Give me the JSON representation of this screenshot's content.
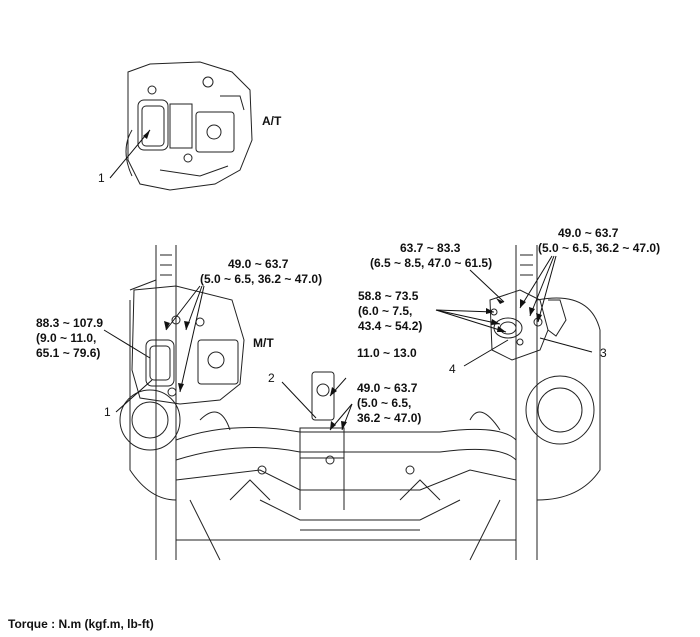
{
  "view_labels": {
    "at": "A/T",
    "mt": "M/T"
  },
  "callout_numbers": {
    "at_1": "1",
    "mt_1": "1",
    "n2": "2",
    "n3": "3",
    "n4": "4"
  },
  "torques": {
    "left_mount": [
      "88.3 ~ 107.9",
      "(9.0 ~ 11.0,",
      "65.1 ~ 79.6)"
    ],
    "left_upper": [
      "49.0 ~ 63.7",
      "(5.0 ~ 6.5, 36.2 ~ 47.0)"
    ],
    "center_top": [
      "11.0 ~ 13.0"
    ],
    "center_bottom": [
      "49.0 ~ 63.7",
      "(5.0 ~ 6.5,",
      "36.2 ~ 47.0)"
    ],
    "right_top": [
      "49.0 ~ 63.7",
      "(5.0 ~ 6.5, 36.2 ~ 47.0)"
    ],
    "right_mid": [
      "63.7 ~ 83.3",
      "(6.5 ~ 8.5, 47.0 ~ 61.5)"
    ],
    "right_left": [
      "58.8 ~ 73.5",
      "(6.0 ~ 7.5,",
      "43.4 ~ 54.2)"
    ]
  },
  "footer": {
    "torque_note": "Torque : N.m (kgf.m, lb-ft)"
  }
}
